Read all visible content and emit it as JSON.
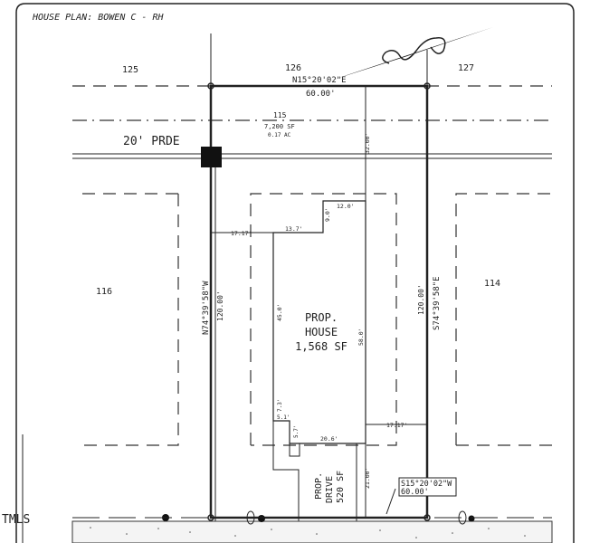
{
  "title": "HOUSE PLAN: BOWEN C - RH",
  "lots": {
    "lot_125": "125",
    "lot_126": "126",
    "lot_127": "127",
    "lot_115": "115",
    "lot_116": "116",
    "lot_114": "114"
  },
  "lot_info": {
    "area_sf": "7,200 SF",
    "area_ac": "0.17 AC"
  },
  "easement_label": "20' PRDE",
  "bearings": {
    "top": "N15°20'02\"E",
    "top_length": "60.00'",
    "left": "N74°39'58\"W",
    "left_length": "120.00'",
    "right": "S74°39'58\"E",
    "right_length": "120.00'",
    "bottom": "S15°20'02\"W",
    "bottom_length": "60.00'"
  },
  "dimensions": {
    "front_setback": "32.00'",
    "notch_width": "12.0'",
    "notch_depth": "9.0'",
    "left_side": "17.17'",
    "house_top": "13.7'",
    "house_left": "45.0'",
    "house_right": "58.0'",
    "bump_depth": "7.3'",
    "bump_width": "5.1'",
    "jog": "5.7'",
    "house_bottom": "20.6'",
    "right_side": "17.17'",
    "rear_setback": "21.00'"
  },
  "house": {
    "line1": "PROP.",
    "line2": "HOUSE",
    "line3": "1,568 SF"
  },
  "drive": {
    "line1": "PROP.",
    "line2": "DRIVE",
    "line3": "520 SF"
  },
  "watermark": "TMLS"
}
